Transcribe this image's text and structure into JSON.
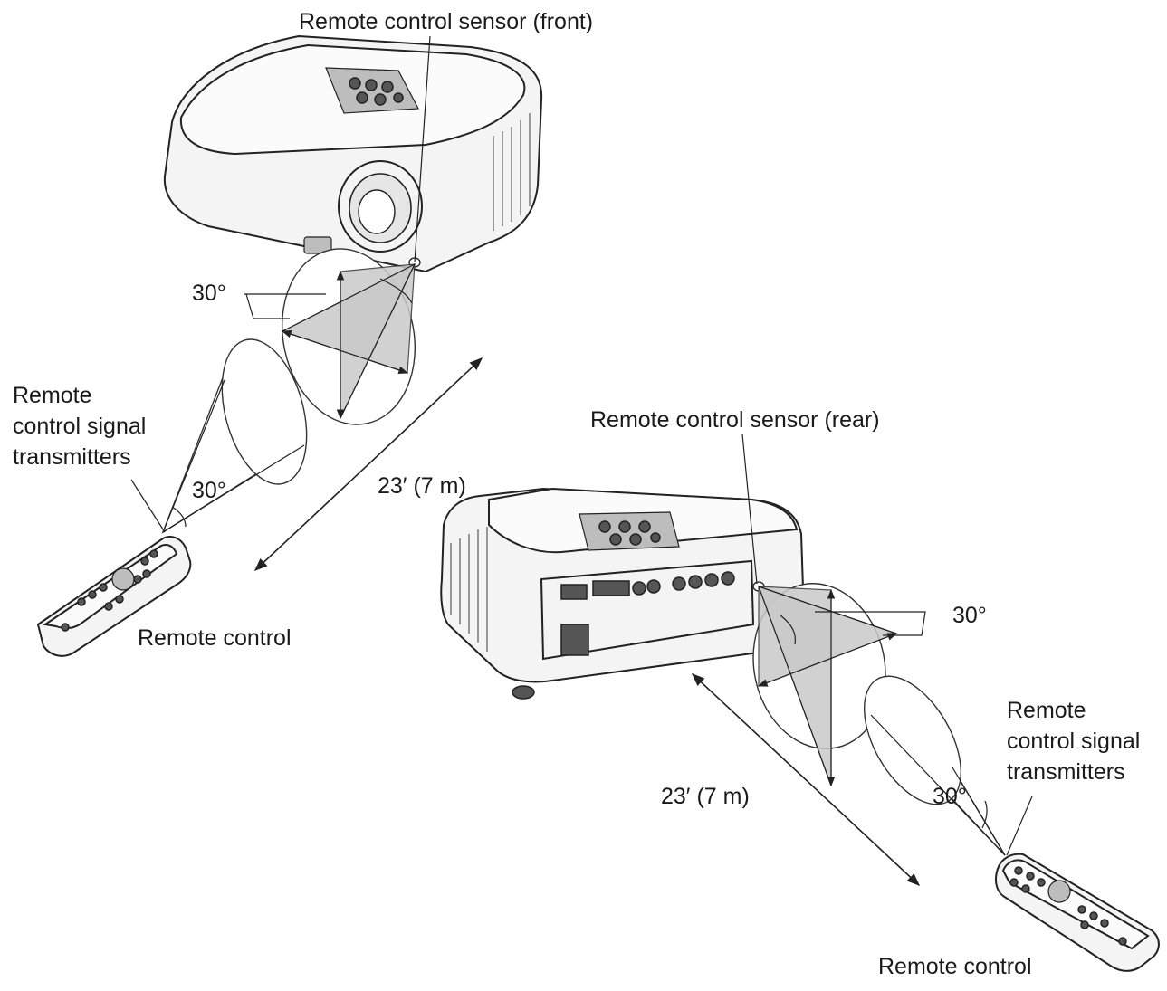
{
  "labels": {
    "sensor_front": "Remote control sensor (front)",
    "sensor_rear": "Remote control sensor (rear)",
    "transmitters_left": [
      "Remote",
      "control signal",
      "transmitters"
    ],
    "transmitters_right": [
      "Remote",
      "control signal",
      "transmitters"
    ],
    "remote_control_left": "Remote control",
    "remote_control_right": "Remote control",
    "distance_left": "23′ (7 m)",
    "distance_right": "23′ (7 m)",
    "angle_front_sensor": "30°",
    "angle_left_remote": "30°",
    "angle_rear_sensor": "30°",
    "angle_right_remote": "30°"
  },
  "colors": {
    "line": "#222222",
    "shade": "#c9c9c9",
    "background": "#ffffff"
  }
}
